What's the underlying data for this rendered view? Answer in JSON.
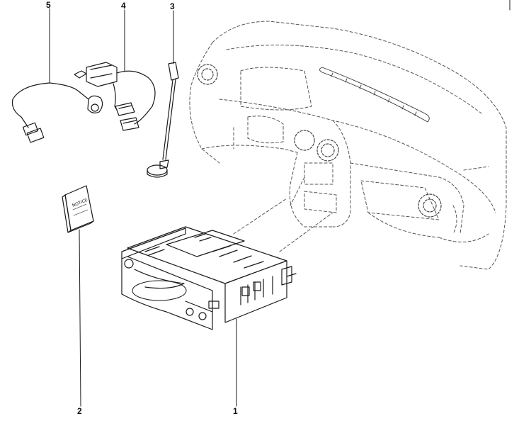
{
  "diagram": {
    "callouts": [
      {
        "id": "5",
        "label": "5",
        "part": "antenna-cable"
      },
      {
        "id": "4",
        "label": "4",
        "part": "wiring-harness"
      },
      {
        "id": "3",
        "label": "3",
        "part": "roof-antenna"
      },
      {
        "id": "2",
        "label": "2",
        "part": "instruction-booklet"
      },
      {
        "id": "1",
        "label": "1",
        "part": "radio-unit"
      }
    ],
    "booklet_text": "NOTICE",
    "colors": {
      "line": "#1a1a1a",
      "dashed": "#555555",
      "background": "#ffffff"
    }
  }
}
